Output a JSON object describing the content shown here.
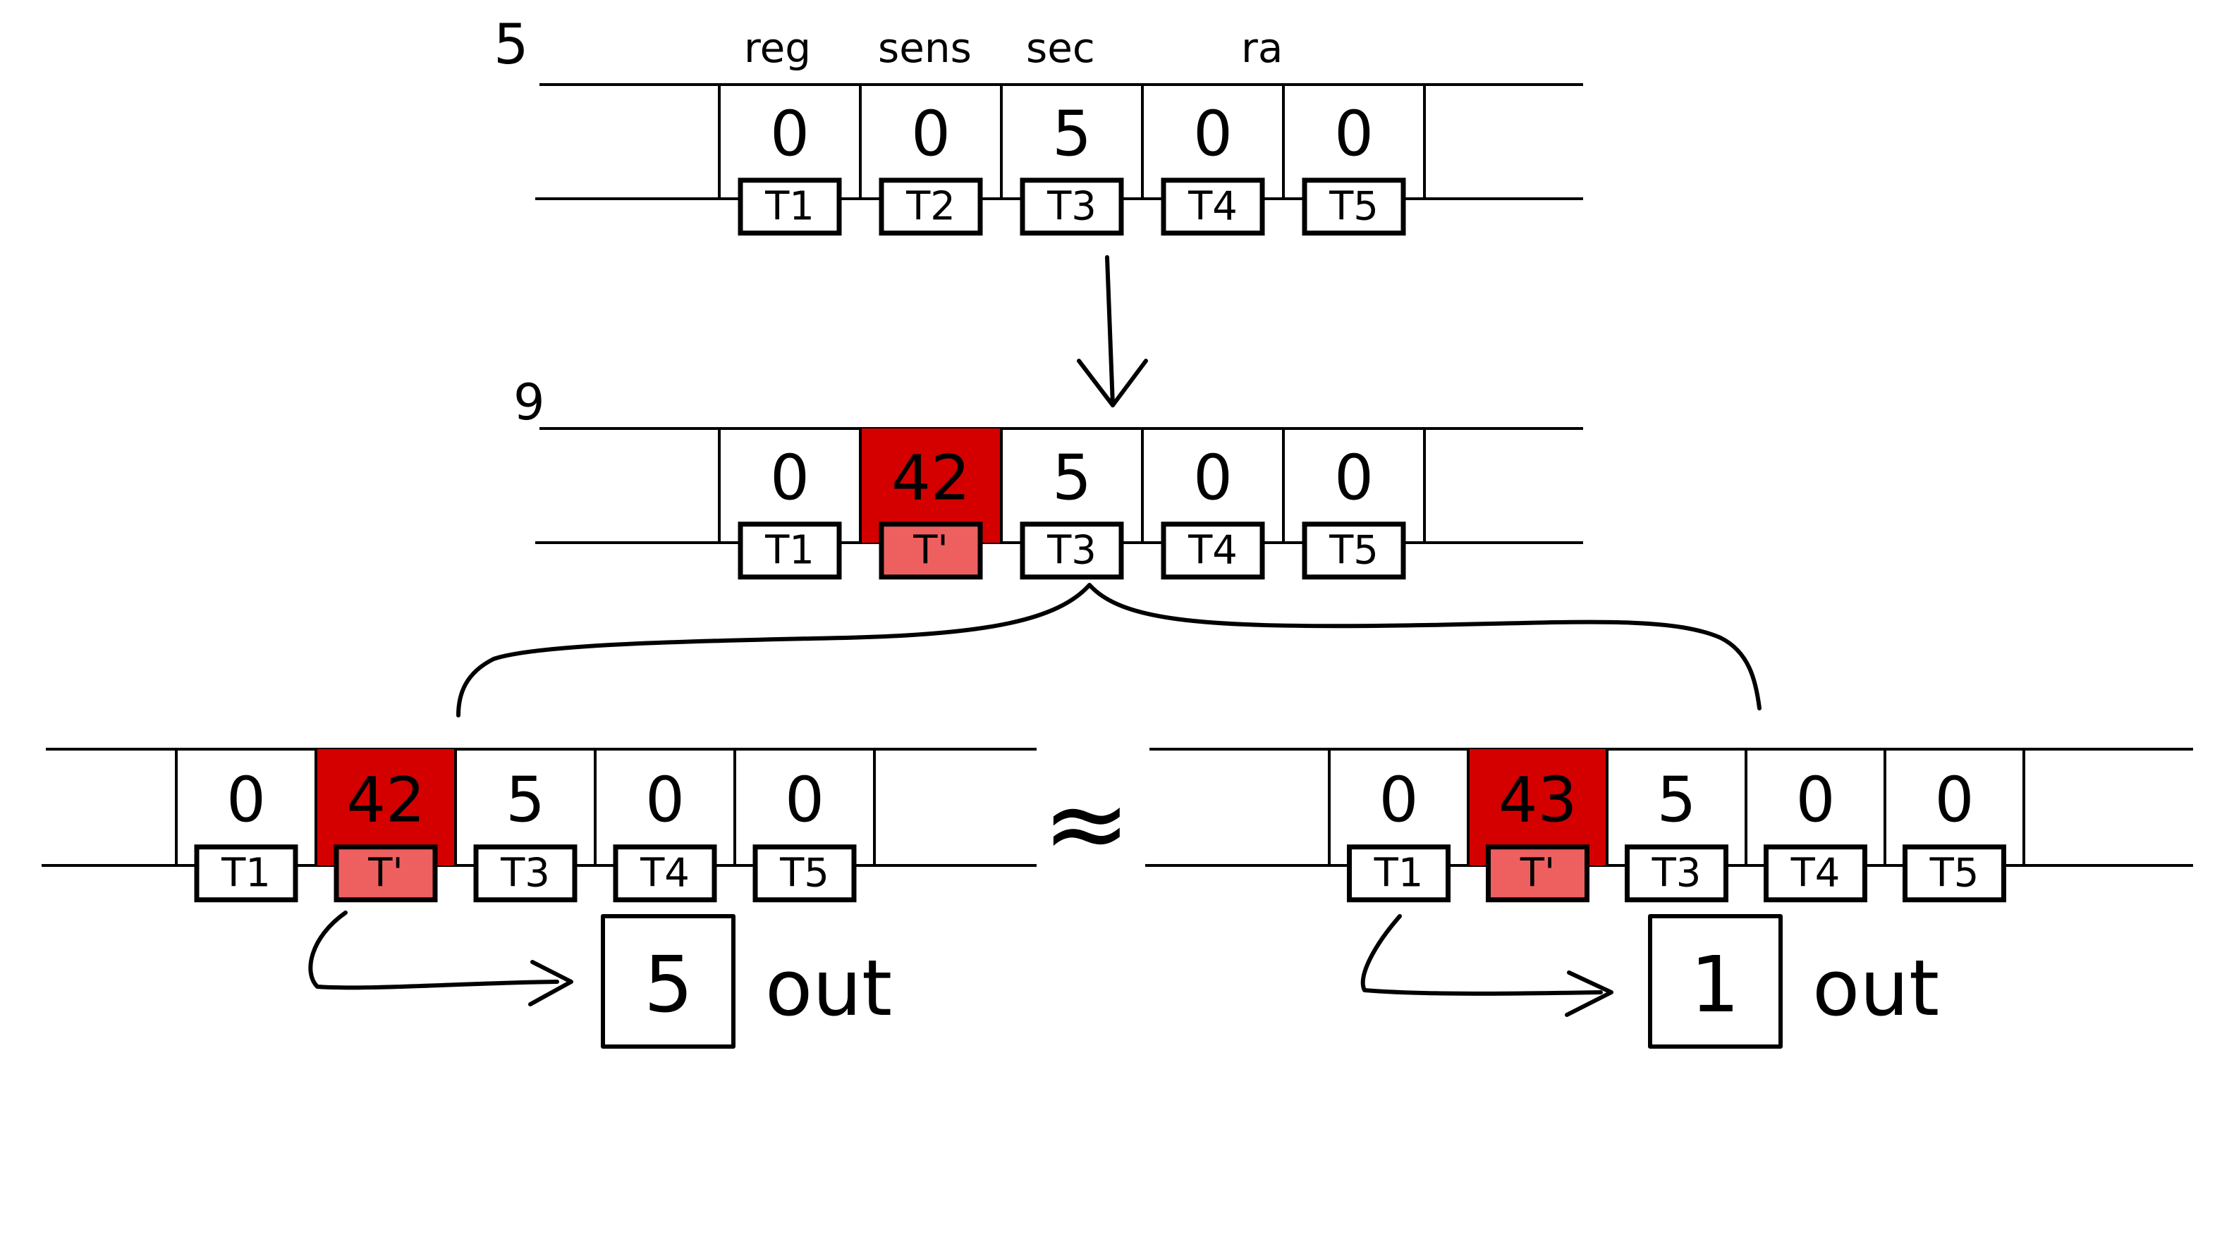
{
  "accent_colors": {
    "highlight_cell": "#d40000",
    "highlight_tag": "#ee6060",
    "ink": "#000000"
  },
  "header_labels": [
    "reg",
    "sens",
    "sec",
    "ra"
  ],
  "step_markers": {
    "top": "5",
    "middle": "9"
  },
  "top_row": {
    "cells": [
      "0",
      "0",
      "5",
      "0",
      "0"
    ],
    "tags": [
      "T1",
      "T2",
      "T3",
      "T4",
      "T5"
    ],
    "highlight_index": null
  },
  "middle_row": {
    "cells": [
      "0",
      "42",
      "5",
      "0",
      "0"
    ],
    "tags": [
      "T1",
      "T'",
      "T3",
      "T4",
      "T5"
    ],
    "highlight_index": 1
  },
  "left_row": {
    "cells": [
      "0",
      "42",
      "5",
      "0",
      "0"
    ],
    "tags": [
      "T1",
      "T'",
      "T3",
      "T4",
      "T5"
    ],
    "highlight_index": 1,
    "output_value": "5",
    "output_label": "out"
  },
  "right_row": {
    "cells": [
      "0",
      "43",
      "5",
      "0",
      "0"
    ],
    "tags": [
      "T1",
      "T'",
      "T3",
      "T4",
      "T5"
    ],
    "highlight_index": 1,
    "output_value": "1",
    "output_label": "out"
  },
  "equivalence_symbol": "≈"
}
